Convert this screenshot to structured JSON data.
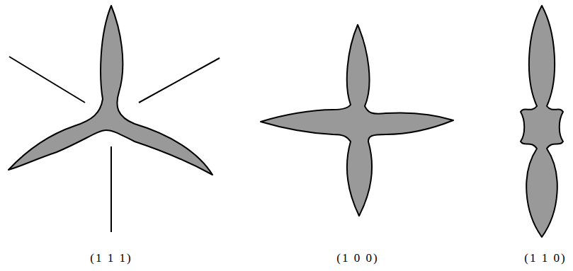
{
  "diagram": {
    "labels": [
      "(1 1 1)",
      "(1 0 0)",
      "(1 1 0)"
    ]
  }
}
